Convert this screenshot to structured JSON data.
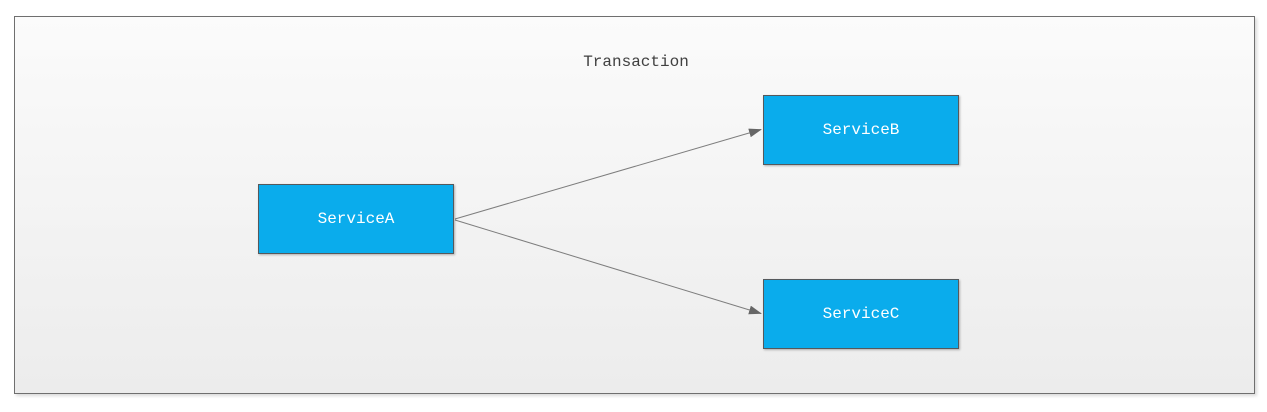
{
  "diagram": {
    "title": "Transaction",
    "nodes": [
      {
        "id": "ServiceA",
        "label": "ServiceA"
      },
      {
        "id": "ServiceB",
        "label": "ServiceB"
      },
      {
        "id": "ServiceC",
        "label": "ServiceC"
      }
    ],
    "edges": [
      {
        "from": "ServiceA",
        "to": "ServiceB",
        "arrow": "end"
      },
      {
        "from": "ServiceA",
        "to": "ServiceC",
        "arrow": "end"
      }
    ],
    "colors": {
      "node_fill": "#0aacec",
      "node_border": "#55595c",
      "node_text": "#ffffff",
      "edge_line": "#7d7d7d",
      "arrowhead": "#666666",
      "canvas_border": "#6f6f6f",
      "canvas_bg_top": "#fbfbfb",
      "canvas_bg_bottom": "#ececec",
      "title_text": "#404040"
    }
  }
}
